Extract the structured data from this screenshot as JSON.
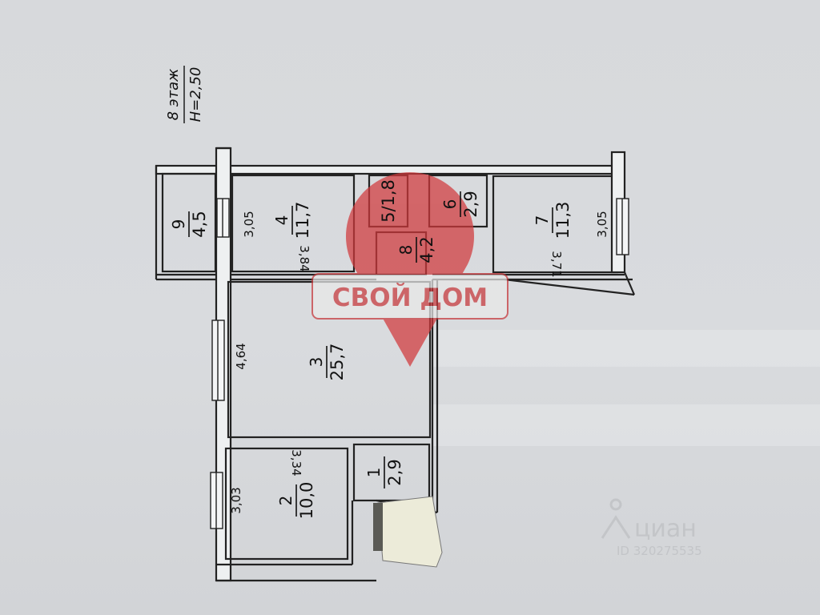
{
  "plan": {
    "header": {
      "floor": "8 этаж",
      "height": "H=2,50"
    },
    "rooms": [
      {
        "number": "9",
        "area": "4,5"
      },
      {
        "number": "4",
        "area": "11,7"
      },
      {
        "label": "5/1,8"
      },
      {
        "number": "6",
        "area": "2,9"
      },
      {
        "number": "8",
        "area": "4,2"
      },
      {
        "number": "7",
        "area": "11,3"
      },
      {
        "number": "3",
        "area": "25,7"
      },
      {
        "number": "2",
        "area": "10,0"
      },
      {
        "number": "1",
        "area": "2,9"
      }
    ],
    "dimensions": [
      "3,05",
      "3,84",
      "4,64",
      "3,03",
      "3,34",
      "3,05",
      "3,71"
    ],
    "watermark": "СВОЙ ДОМ",
    "cian": {
      "brand": "циан",
      "listing_id": "ID 320275535"
    },
    "colors": {
      "watermark": "#c8393c",
      "line": "#222222",
      "paper": "#d9dbde"
    }
  }
}
